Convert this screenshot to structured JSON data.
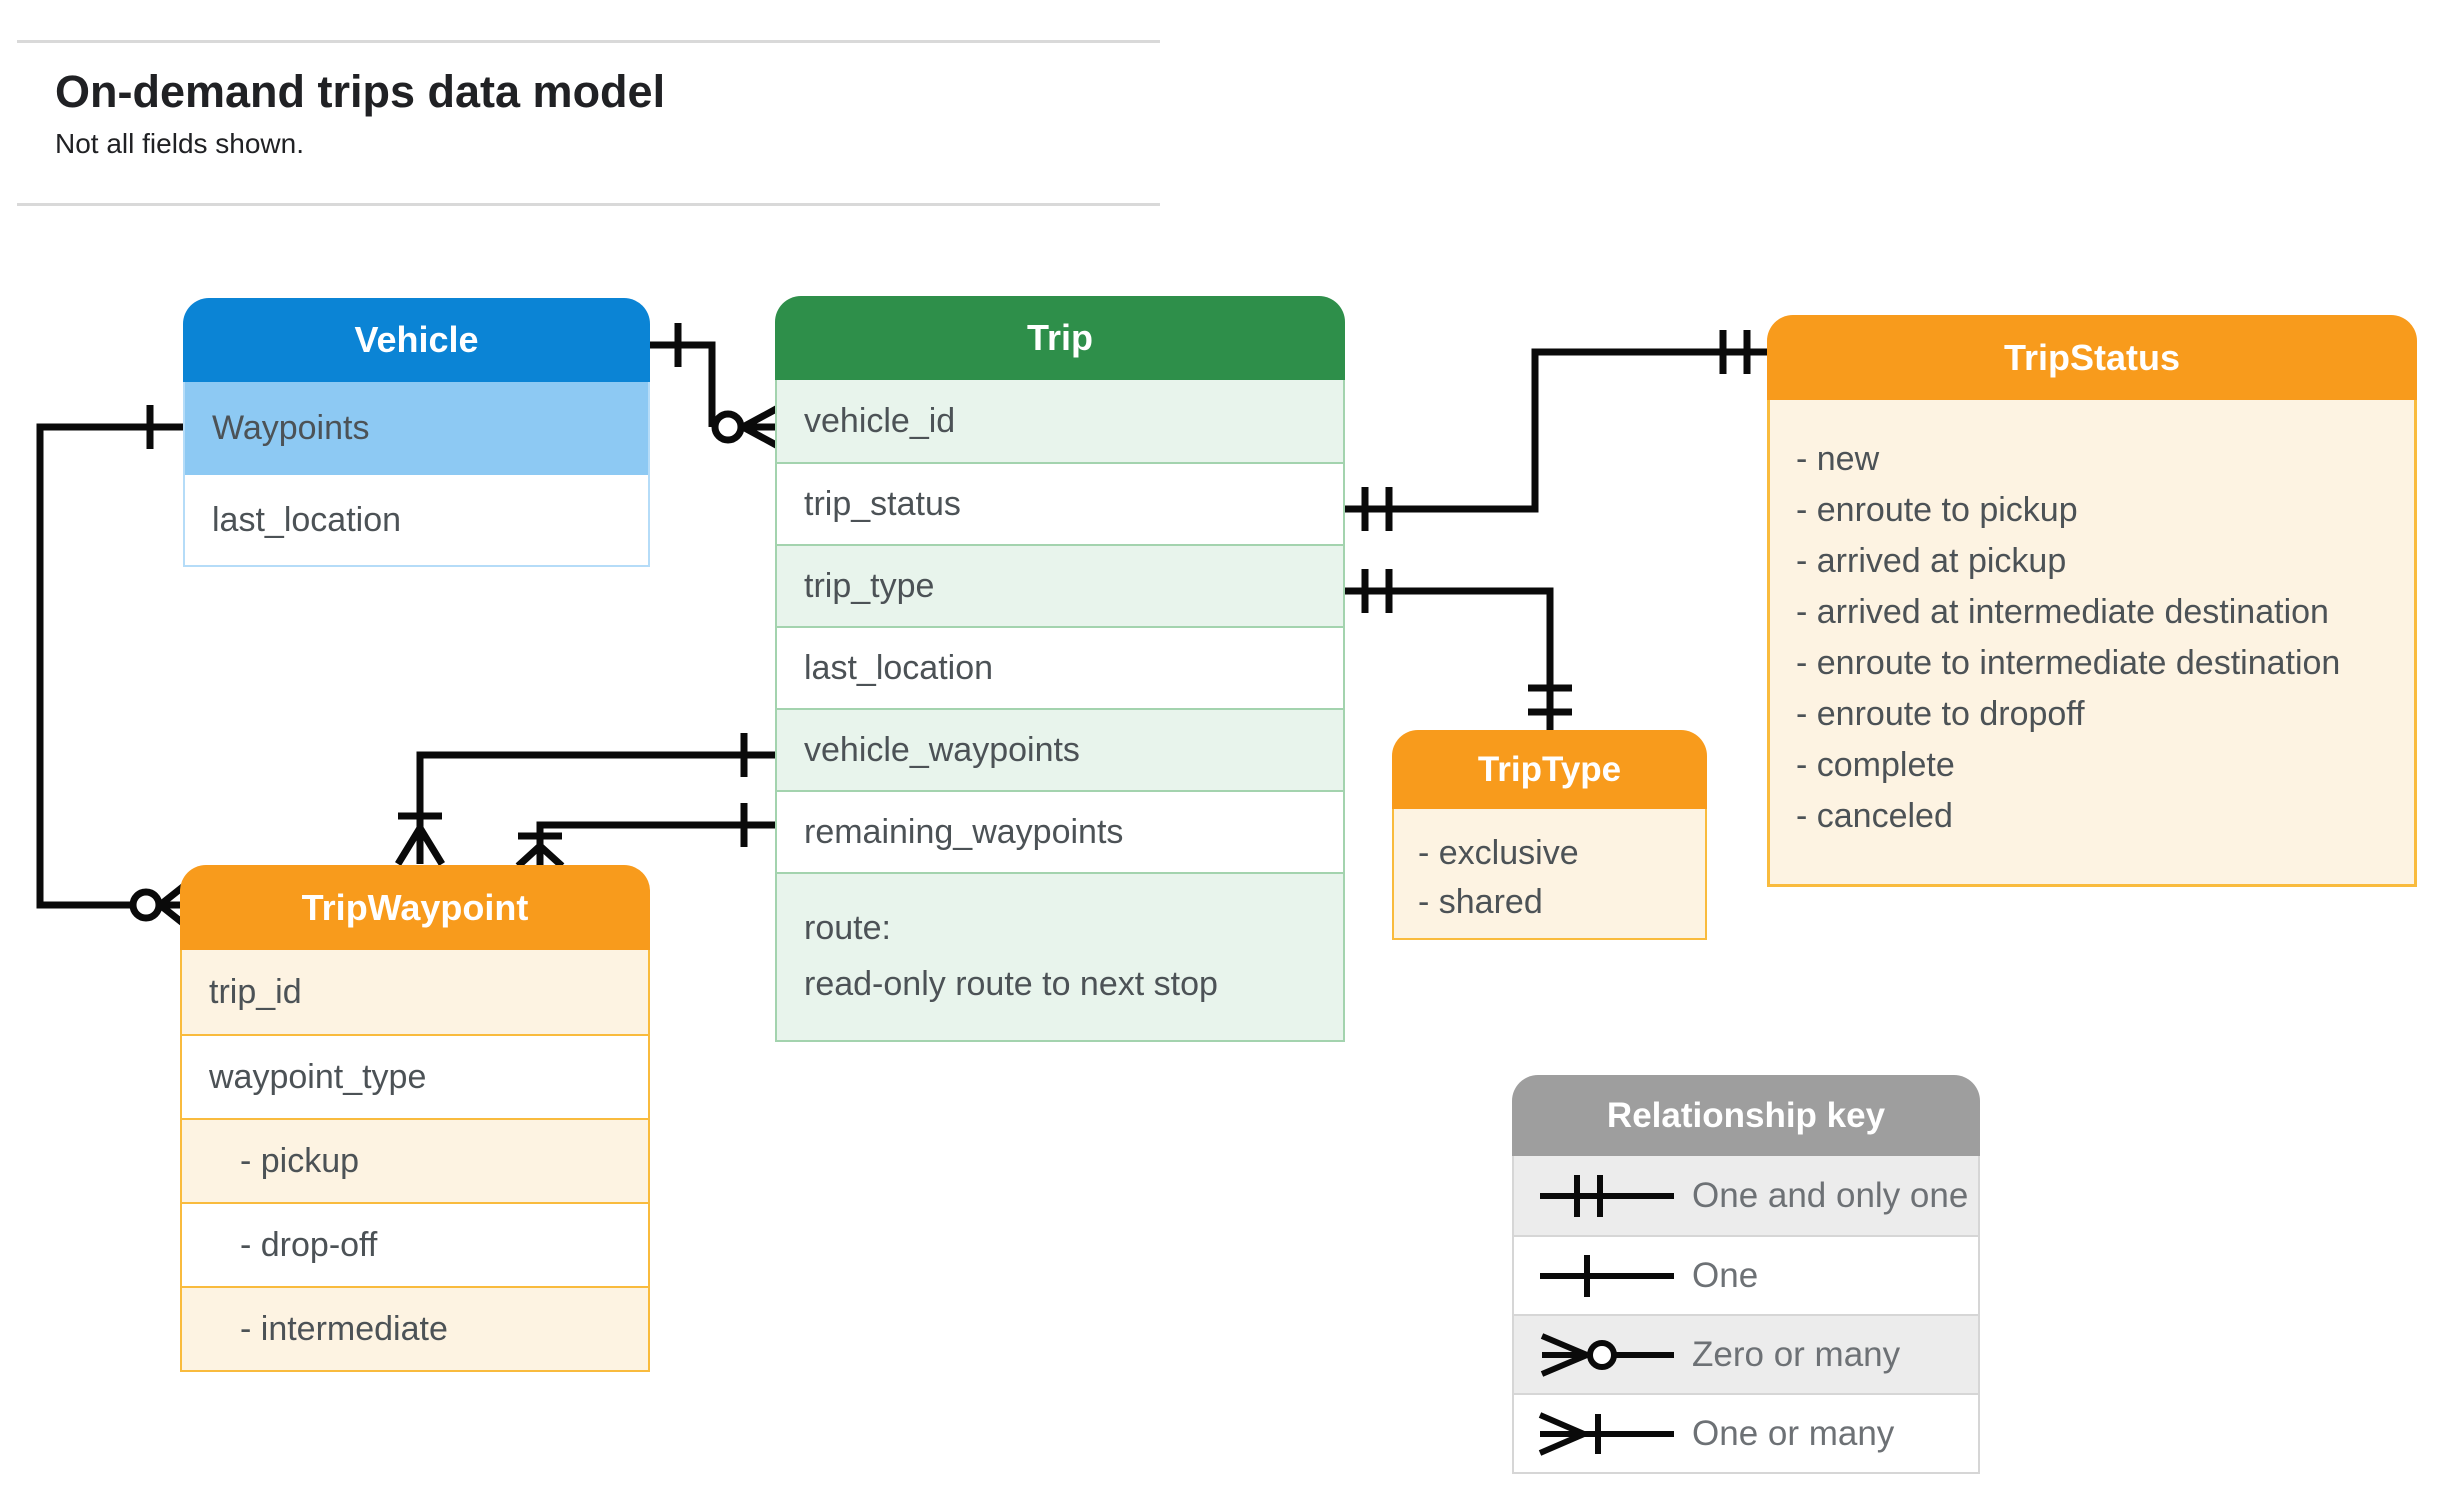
{
  "page": {
    "title": "On-demand trips data model",
    "subtitle": "Not all fields shown."
  },
  "colors": {
    "blue_header": "#0b84d5",
    "blue_light": "#8dc9f3",
    "blue_border": "#b5dcf8",
    "green_header": "#2e8f4a",
    "green_light": "#e8f4ec",
    "green_border": "#a3d3ae",
    "orange_header": "#f89b1c",
    "orange_light": "#fdf3e2",
    "orange_border": "#f9bb3d",
    "gray_header": "#9e9e9e",
    "gray_light": "#ececec",
    "gray_border": "#d6d6d6",
    "rule": "#d9d9d9",
    "connector": "#0a0a0a",
    "text_title": "#202124",
    "text_row": "#4c5256",
    "text_legend": "#6d7175"
  },
  "entities": {
    "vehicle": {
      "title": "Vehicle",
      "fields": [
        "Waypoints",
        "last_location"
      ]
    },
    "trip": {
      "title": "Trip",
      "fields": [
        "vehicle_id",
        "trip_status",
        "trip_type",
        "last_location",
        "vehicle_waypoints",
        "remaining_waypoints"
      ],
      "route_lines": [
        "route:",
        "read-only route to next stop"
      ]
    },
    "trip_status": {
      "title": "TripStatus",
      "values": [
        "- new",
        "- enroute to pickup",
        "- arrived at pickup",
        "- arrived at intermediate destination",
        "- enroute to intermediate destination",
        "- enroute to dropoff",
        "- complete",
        "- canceled"
      ]
    },
    "trip_waypoint": {
      "title": "TripWaypoint",
      "fields": [
        "trip_id",
        "waypoint_type"
      ],
      "values": [
        "- pickup",
        "- drop-off",
        "- intermediate"
      ]
    },
    "trip_type": {
      "title": "TripType",
      "values": [
        "- exclusive",
        "- shared"
      ]
    }
  },
  "legend": {
    "title": "Relationship key",
    "items": [
      {
        "symbol": "one-and-only-one",
        "label": "One and only one"
      },
      {
        "symbol": "one",
        "label": "One"
      },
      {
        "symbol": "zero-or-many",
        "label": "Zero or many"
      },
      {
        "symbol": "one-or-many",
        "label": "One or many"
      }
    ]
  }
}
